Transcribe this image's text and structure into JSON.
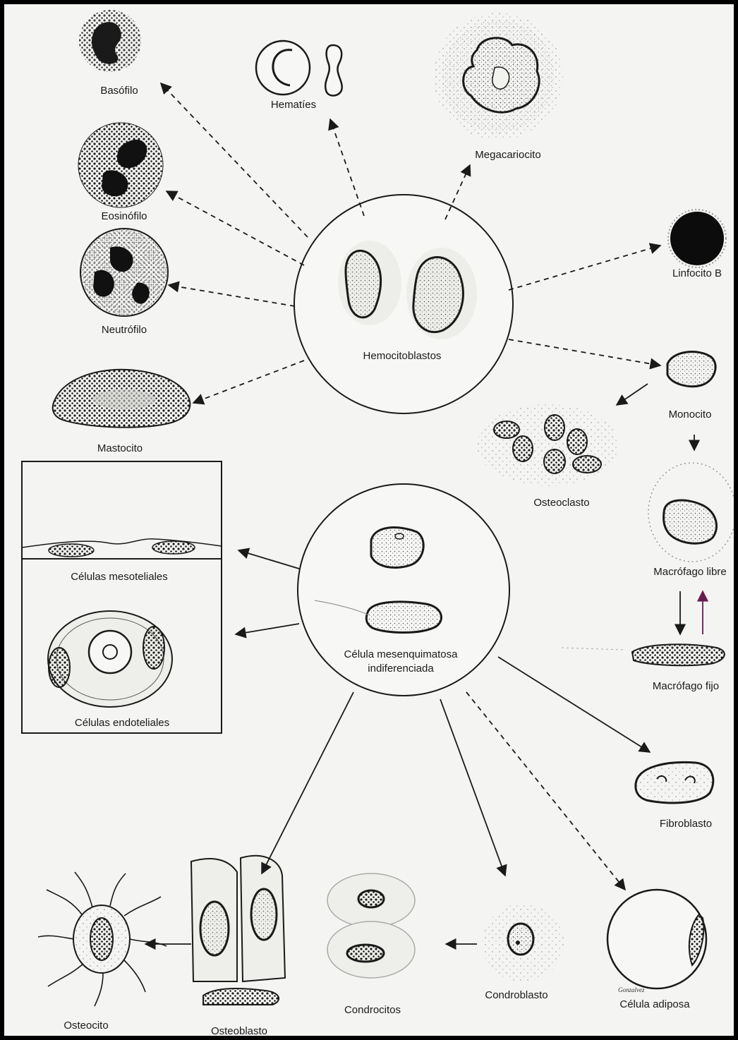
{
  "diagram": {
    "labels": {
      "basofilo": "Basófilo",
      "hematies": "Hematíes",
      "megacariocito": "Megacariocito",
      "eosinofilo": "Eosinófilo",
      "linfocito_b": "Linfocito B",
      "neutrofilo": "Neutrófilo",
      "hemocitoblastos": "Hemocitoblastos",
      "monocito": "Monocito",
      "mastocito": "Mastocito",
      "osteoclasto": "Osteoclasto",
      "celulas_mesoteliales": "Células mesoteliales",
      "macrofago_libre": "Macrófago libre",
      "celula_mesenquimatosa_1": "Célula mesenquimatosa",
      "celula_mesenquimatosa_2": "indiferenciada",
      "macrofago_fijo": "Macrófago fijo",
      "celulas_endoteliales": "Células endoteliales",
      "fibroblasto": "Fibroblasto",
      "condroblasto": "Condroblasto",
      "celula_adiposa": "Célula adiposa",
      "condrocitos": "Condrocitos",
      "osteocito": "Osteocito",
      "osteoblasto": "Osteoblasto"
    },
    "signature": "Gonzalvez",
    "colors": {
      "ink": "#1a1a1a",
      "cytoplasm": "#e6e6e2",
      "paper": "#f4f4f2",
      "return_arrow": "#6a1b4d"
    },
    "icons": [
      "stem-cell-hemocitoblastos",
      "stem-cell-mesenquimatosa"
    ]
  }
}
